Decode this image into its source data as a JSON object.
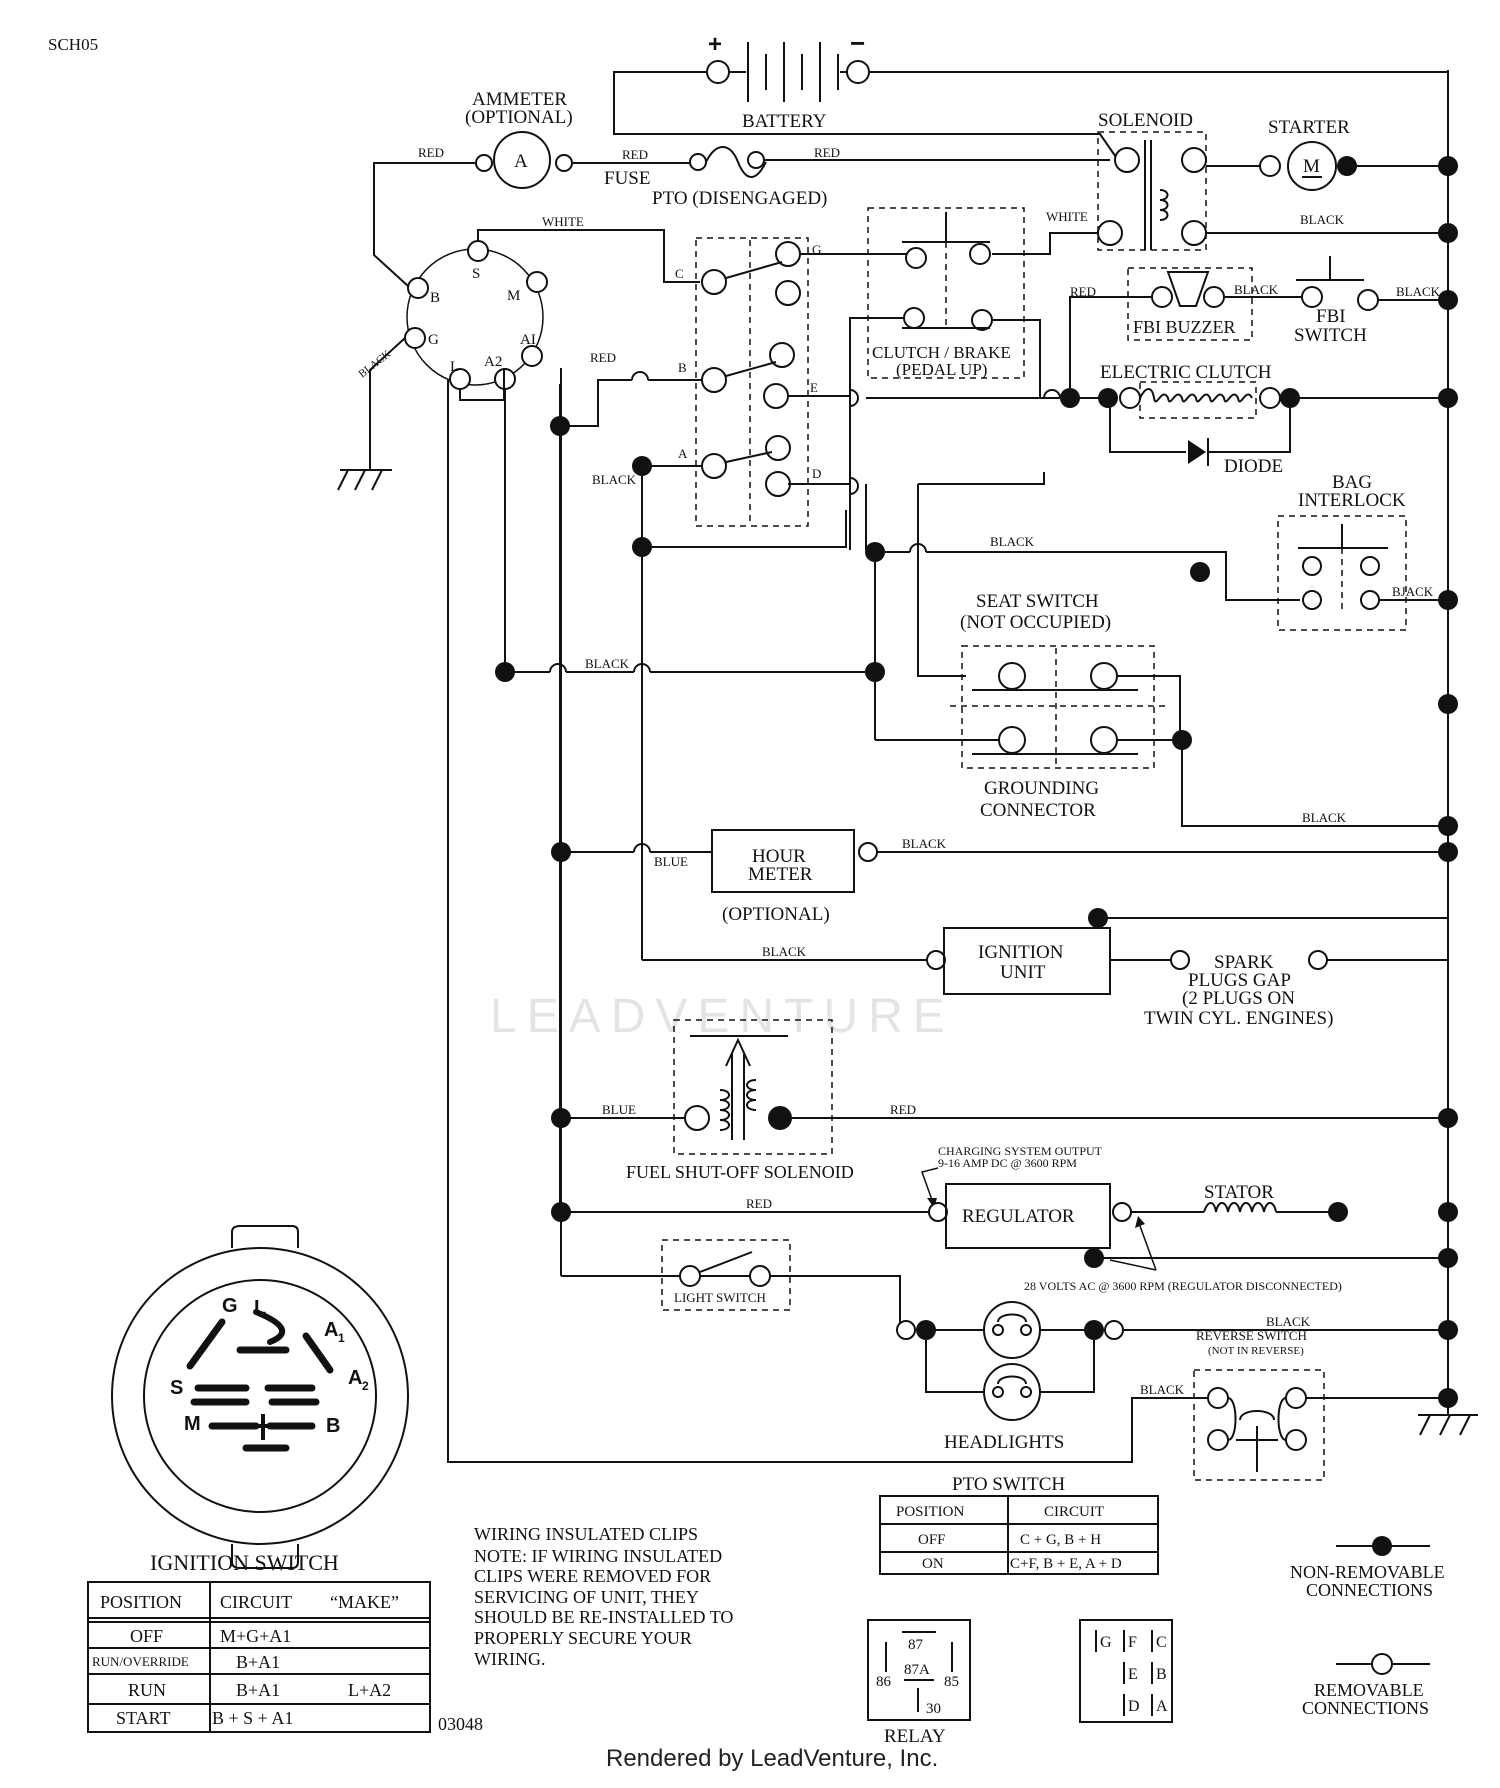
{
  "diagram": {
    "id": "SCH05",
    "code": "03048",
    "components": {
      "battery": "BATTERY",
      "plus": "+",
      "minus": "−",
      "ammeter": [
        "AMMETER",
        "(OPTIONAL)"
      ],
      "ammeter_symbol": "A",
      "fuse": "FUSE",
      "solenoid": "SOLENOID",
      "starter": "STARTER",
      "starter_symbol": "M",
      "pto": "PTO (DISENGAGED)",
      "clutch_brake": [
        "CLUTCH / BRAKE",
        "(PEDAL UP)"
      ],
      "fbi_buzzer": "FBI BUZZER",
      "fbi_switch": [
        "FBI",
        "SWITCH"
      ],
      "electric_clutch": "ELECTRIC CLUTCH",
      "diode": "DIODE",
      "bag_interlock": [
        "BAG",
        "INTERLOCK"
      ],
      "seat_switch": [
        "SEAT SWITCH",
        "(NOT OCCUPIED)"
      ],
      "grounding_connector": [
        "GROUNDING",
        "CONNECTOR"
      ],
      "hour_meter": [
        "HOUR",
        "METER"
      ],
      "hour_meter_optional": "(OPTIONAL)",
      "ignition_unit": [
        "IGNITION",
        "UNIT"
      ],
      "spark_plugs": [
        "SPARK",
        "PLUGS GAP",
        "(2 PLUGS ON",
        "TWIN CYL. ENGINES)"
      ],
      "fuel_solenoid": "FUEL SHUT-OFF SOLENOID",
      "charging": [
        "CHARGING SYSTEM OUTPUT",
        "9-16 AMP DC @ 3600 RPM"
      ],
      "regulator": "REGULATOR",
      "stator": "STATOR",
      "volts_ac": "28 VOLTS AC @ 3600 RPM (REGULATOR DISCONNECTED)",
      "light_switch": "LIGHT SWITCH",
      "headlights": "HEADLIGHTS",
      "reverse_switch": [
        "REVERSE SWITCH",
        "(NOT IN REVERSE)"
      ]
    },
    "ignition_terminals": {
      "S": "S",
      "M": "M",
      "B": "B",
      "G": "G",
      "L": "L",
      "A2": "A2",
      "AI": "AI"
    },
    "pto_terminals": {
      "C": "C",
      "G": "G",
      "B": "B",
      "E": "E",
      "A": "A",
      "D": "D"
    },
    "wire_colors": {
      "red": "RED",
      "white": "WHITE",
      "black": "BLACK",
      "blue": "BLUE",
      "bjack": "BJACK"
    },
    "ignition_switch": {
      "title": "IGNITION SWITCH",
      "face_labels": {
        "G": "G",
        "L": "L",
        "A1": "A",
        "A1_sub": "1",
        "S": "S",
        "A2": "A",
        "A2_sub": "2",
        "M": "M",
        "B": "B"
      },
      "headers": [
        "POSITION",
        "CIRCUIT",
        "“MAKE”"
      ],
      "rows": [
        {
          "position": "OFF",
          "circuit": "M+G+A1",
          "extra": ""
        },
        {
          "position": "RUN/OVERRIDE",
          "circuit": "B+A1",
          "extra": ""
        },
        {
          "position": "RUN",
          "circuit": "B+A1",
          "extra": "L+A2"
        },
        {
          "position": "START",
          "circuit": "B + S + A1",
          "extra": ""
        }
      ]
    },
    "pto_switch": {
      "title": "PTO SWITCH",
      "headers": [
        "POSITION",
        "CIRCUIT"
      ],
      "rows": [
        {
          "position": "OFF",
          "circuit": "C + G, B + H"
        },
        {
          "position": "ON",
          "circuit": "C+F, B + E, A + D"
        }
      ]
    },
    "note": [
      "WIRING INSULATED CLIPS",
      "NOTE:  IF WIRING INSULATED",
      "CLIPS WERE REMOVED FOR",
      "SERVICING OF UNIT, THEY",
      "SHOULD BE RE-INSTALLED TO",
      "PROPERLY SECURE YOUR",
      "WIRING."
    ],
    "relay": {
      "label": "RELAY",
      "pins": [
        "87",
        "86",
        "87A",
        "85",
        "30"
      ]
    },
    "pto_connector_pins": [
      "G",
      "F",
      "C",
      "E",
      "B",
      "D",
      "A"
    ],
    "legend": {
      "non_removable": [
        "NON-REMOVABLE",
        "CONNECTIONS"
      ],
      "removable": [
        "REMOVABLE",
        "CONNECTIONS"
      ]
    },
    "watermark": "LEADVENTURE",
    "footer": "Rendered by LeadVenture, Inc."
  }
}
